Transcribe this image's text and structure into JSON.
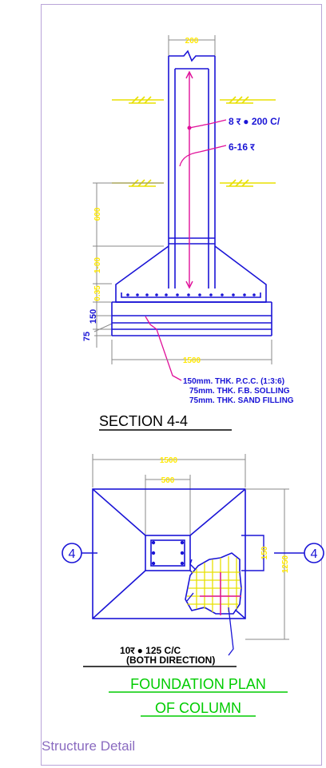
{
  "section": {
    "title": "SECTION 4-4",
    "column_width": "200",
    "stirrup_label": "8 र  ●  200 C/",
    "main_bar_label": "6-16 र",
    "depth_label": "600",
    "slope_label": "1-00",
    "base_label": "0.35",
    "pcc_thk": "150",
    "sand_thk": "75",
    "base_width": "1500",
    "notes": [
      "150mm. THK. P.C.C. (1:3:6)",
      "75mm. THK. F.B. SOLLING",
      "75mm. THK. SAND FILLING"
    ]
  },
  "plan": {
    "overall_width": "1500",
    "column_width": "500",
    "side_dim": "1250",
    "mid_dim": "150",
    "section_marker": "4",
    "reinf_label": "10र  ●  125 C/C",
    "reinf_note": "(BOTH DIRECTION)",
    "title_line1": "FOUNDATION PLAN",
    "title_line2": "OF COLUMN"
  },
  "caption": "Structure Detail",
  "colors": {
    "outline": "#1a14d6",
    "rebar": "#e0109a",
    "dimension_text": "#ffe800",
    "ground": "#e8e000",
    "title": "#00cc00",
    "caption": "#8a6bc0",
    "frame": "#b9a4d8"
  }
}
